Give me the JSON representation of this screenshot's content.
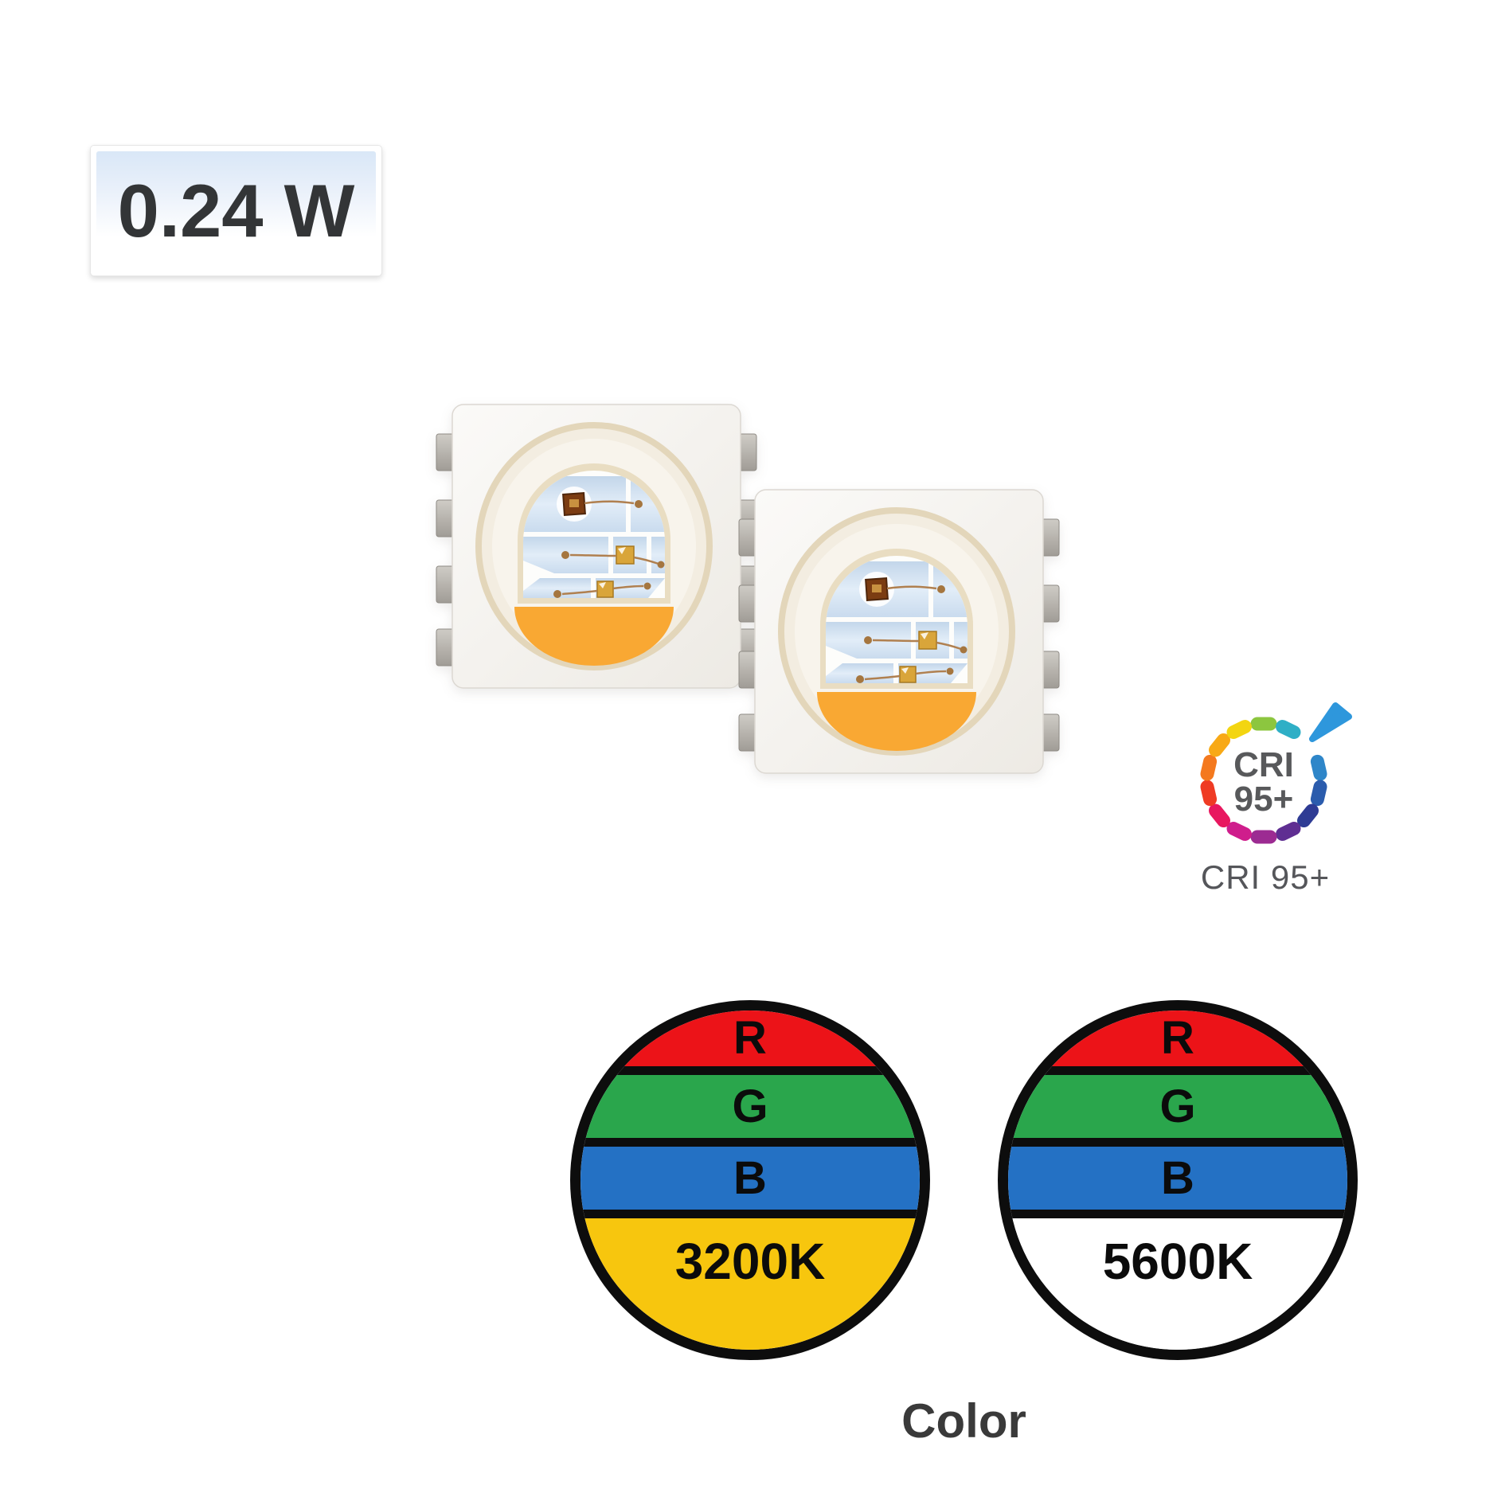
{
  "page": {
    "background": "#ffffff"
  },
  "power_badge": {
    "label": "0.24 W"
  },
  "led_chips": {
    "count": 2,
    "description": "5050 SMD RGBW LED chips",
    "body_color": "#f7f5f1",
    "phosphor_color": "#F9A833",
    "pad_color": "#b7b3ad",
    "electrode_color": "#cfdfef"
  },
  "cri_badge": {
    "center_line1": "CRI",
    "center_line2": "95+",
    "caption": "CRI 95+",
    "text_color": "#58595b",
    "nib_color": "#2E97DC",
    "ring_colors": [
      "#8CC63F",
      "#2FAFC6",
      "#2E86C9",
      "#2B5CAD",
      "#2E3B94",
      "#5F2E92",
      "#9C2B92",
      "#CF1D8C",
      "#E8175F",
      "#EF3B24",
      "#F4791E",
      "#F8A916",
      "#F3D511"
    ]
  },
  "color_circles": [
    {
      "name": "3200K",
      "bands": [
        {
          "label": "R",
          "color": "#EC1318"
        },
        {
          "label": "G",
          "color": "#2AA64C"
        },
        {
          "label": "B",
          "color": "#2471C4"
        },
        {
          "label": "3200K",
          "color": "#F7C60E"
        }
      ]
    },
    {
      "name": "5600K",
      "bands": [
        {
          "label": "R",
          "color": "#EC1318"
        },
        {
          "label": "G",
          "color": "#2AA64C"
        },
        {
          "label": "B",
          "color": "#2471C4"
        },
        {
          "label": "5600K",
          "color": "#FFFFFF"
        }
      ]
    }
  ],
  "color_caption": "Color"
}
